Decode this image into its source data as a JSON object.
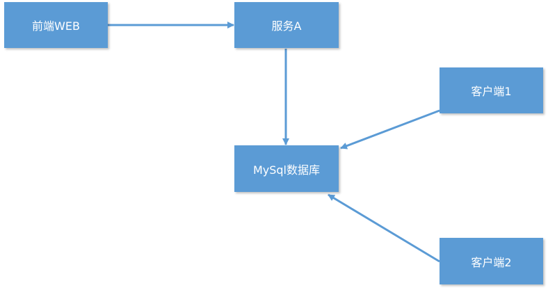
{
  "diagram": {
    "nodes": [
      {
        "id": "frontend-web",
        "label": "前端WEB"
      },
      {
        "id": "service-a",
        "label": "服务A"
      },
      {
        "id": "mysql-db",
        "label": "MySql数据库"
      },
      {
        "id": "client-1",
        "label": "客户端1"
      },
      {
        "id": "client-2",
        "label": "客户端2"
      }
    ],
    "edges": [
      {
        "from": "frontend-web",
        "to": "service-a"
      },
      {
        "from": "service-a",
        "to": "mysql-db"
      },
      {
        "from": "client-1",
        "to": "mysql-db"
      },
      {
        "from": "client-2",
        "to": "mysql-db"
      }
    ],
    "colors": {
      "node_fill": "#5b9bd5",
      "node_text": "#ffffff",
      "edge": "#5b9bd5"
    }
  }
}
